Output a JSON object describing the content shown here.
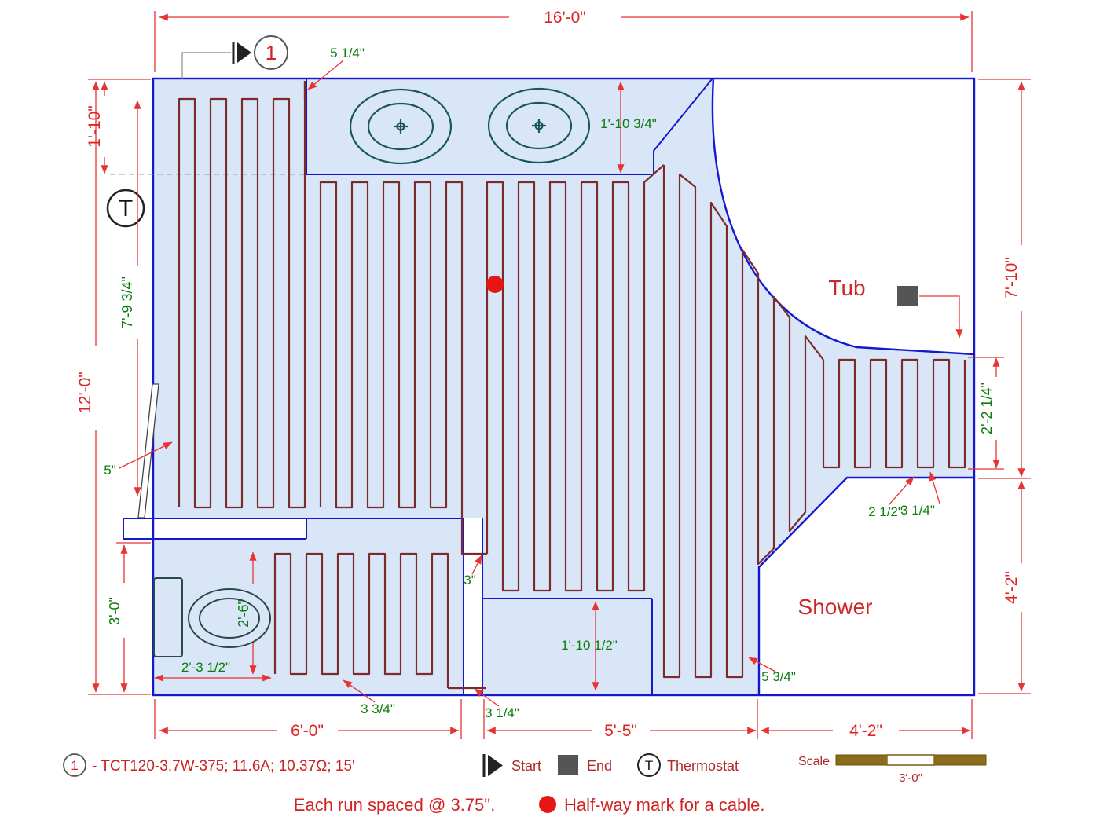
{
  "dims": {
    "top_width": "16'-0\"",
    "left_height": "12'-0\"",
    "vanity_depth": "1'-10\"",
    "left_runs_height": "7'-9 3/4\"",
    "wall_gap": "5\"",
    "right_upper": "7'-10\"",
    "right_strip_height": "2'-2 1/4\"",
    "right_lower": "4'-2\"",
    "bottom_left": "6'-0\"",
    "bottom_middle": "5'-5\"",
    "bottom_right": "4'-2\"",
    "toilet_room_height": "3'-0\"",
    "toilet_runs_height": "2'-6\"",
    "toilet_offset": "2'-3 1/2\"",
    "vanity_right_width": "1'-10 3/4\"",
    "blank_area_width": "1'-10 1/2\""
  },
  "annotations": {
    "start_offset": "5 1/4\"",
    "doorway_crossing": "3\"",
    "run_gap_a": "3 3/4\"",
    "run_gap_b": "3 1/4\"",
    "shower_gap": "5 3/4\"",
    "strip_gap_a": "2 1/2\"",
    "strip_gap_b": "3 1/4\""
  },
  "rooms": {
    "tub": "Tub",
    "shower": "Shower"
  },
  "markers": {
    "thermostat": "T",
    "circuit": "1"
  },
  "legend": {
    "circuit": "1",
    "spec": "- TCT120-3.7W-375; 11.6A; 10.37Ω; 15'",
    "start": "Start",
    "end": "End",
    "thermostat_t": "T",
    "thermostat": "Thermostat",
    "scale": "Scale",
    "scale_value": "3'-0\""
  },
  "footer": {
    "spacing": "Each run spaced @ 3.75\".",
    "halfway": "Half-way mark for a cable."
  },
  "colors": {
    "wall": "#1418cf",
    "floor": "#d9e6f7",
    "cable": "#7c2b2b",
    "dimension": "#e83333",
    "annotation_green": "#0c7c0c",
    "label_red": "#cc2626",
    "scale_bar": "#8a6d1a"
  }
}
